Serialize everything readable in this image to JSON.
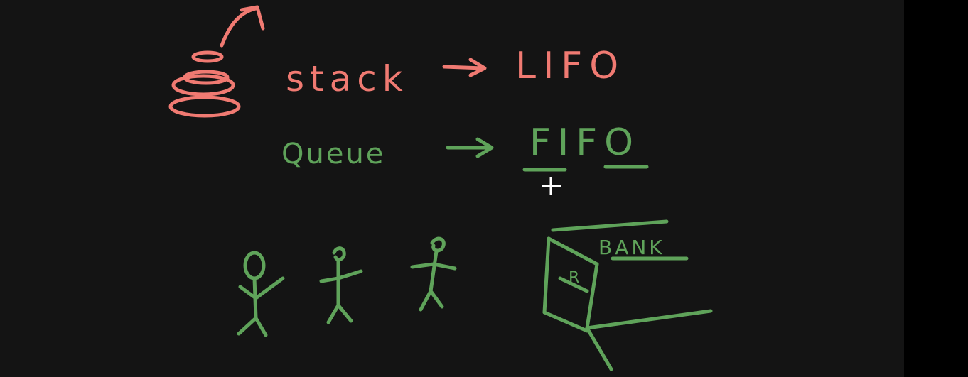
{
  "board": {
    "stack_word": "stack",
    "stack_type": "LIFO",
    "queue_word": "Queue",
    "queue_type": "FIFO",
    "bank_label": "BANK",
    "counter_mark": "R"
  },
  "colors": {
    "background": "#141414",
    "stack_ink": "#f07a72",
    "queue_ink": "#5fa35a",
    "cursor": "#ffffff"
  },
  "icons": {
    "cursor": "crosshair-cursor-icon"
  }
}
